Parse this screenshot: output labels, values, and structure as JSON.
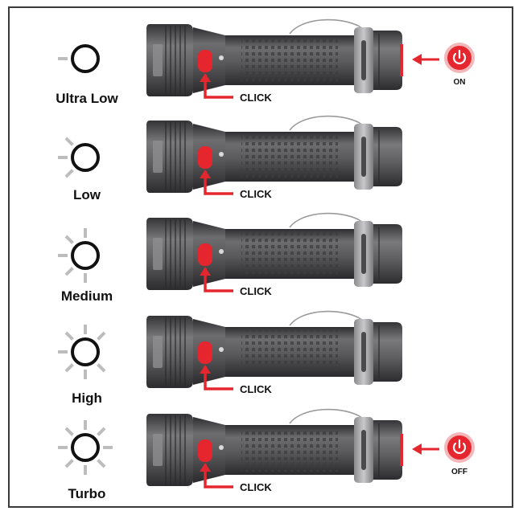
{
  "modes": [
    {
      "label": "Ultra Low",
      "click": "CLICK",
      "rays": 1
    },
    {
      "label": "Low",
      "click": "CLICK",
      "rays": 3
    },
    {
      "label": "Medium",
      "click": "CLICK",
      "rays": 5
    },
    {
      "label": "High",
      "click": "CLICK",
      "rays": 7
    },
    {
      "label": "Turbo",
      "click": "CLICK",
      "rays": 8
    }
  ],
  "power_on": {
    "label": "ON"
  },
  "power_off": {
    "label": "OFF"
  },
  "colors": {
    "accent_red": "#e5262e",
    "body_dark": "#4a4a4c",
    "body_mid": "#6a6a6d",
    "ray_gray": "#bdbdbd",
    "frame": "#3a3a3a"
  },
  "icons": {
    "bulb": "bulb-icon",
    "power": "power-icon",
    "arrow": "arrow-left-icon",
    "flashlight": "flashlight-icon"
  }
}
